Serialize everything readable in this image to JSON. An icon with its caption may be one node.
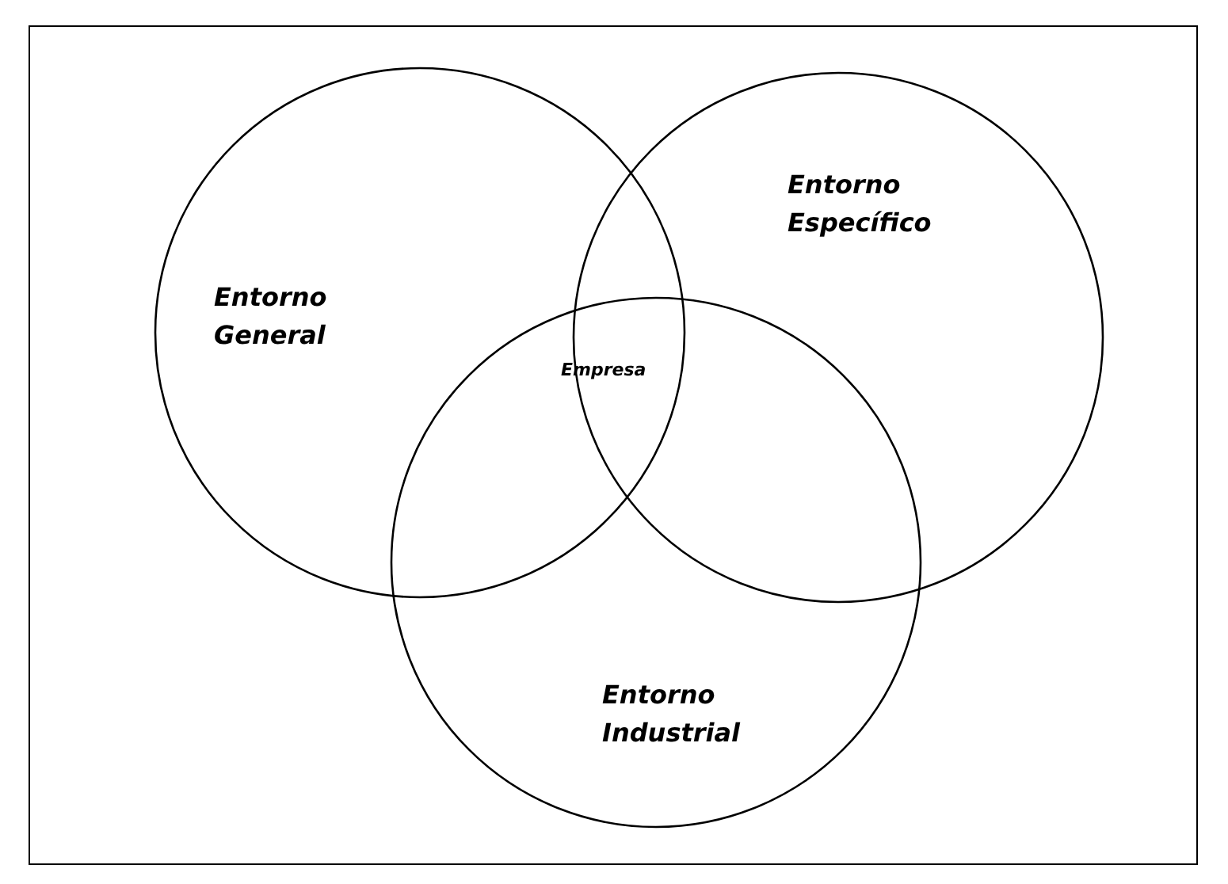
{
  "diagram": {
    "nodes": [
      {
        "text": [
          "Entorno General"
        ]
      },
      {
        "text": [
          "Entorno Específico"
        ]
      },
      {
        "text": [
          "Entorno Industrial"
        ]
      }
    ],
    "labels": [
      "Empresa"
    ]
  }
}
